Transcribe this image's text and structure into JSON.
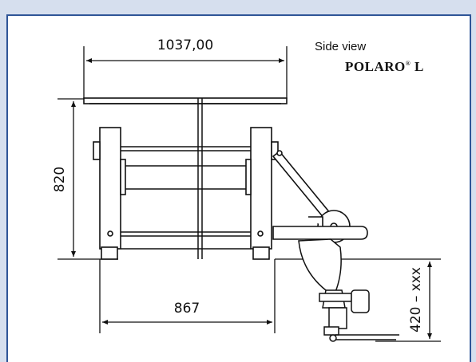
{
  "title": "Side view",
  "brand": {
    "name": "POLARO",
    "reg": "®",
    "suffix": "L"
  },
  "dimensions": {
    "top_width": "1037,00",
    "height": "820",
    "base_width": "867",
    "handle_height": "420 – xxx"
  },
  "colors": {
    "frame_bg": "#d6dfee",
    "border": "#2f5597",
    "line": "#111111"
  }
}
